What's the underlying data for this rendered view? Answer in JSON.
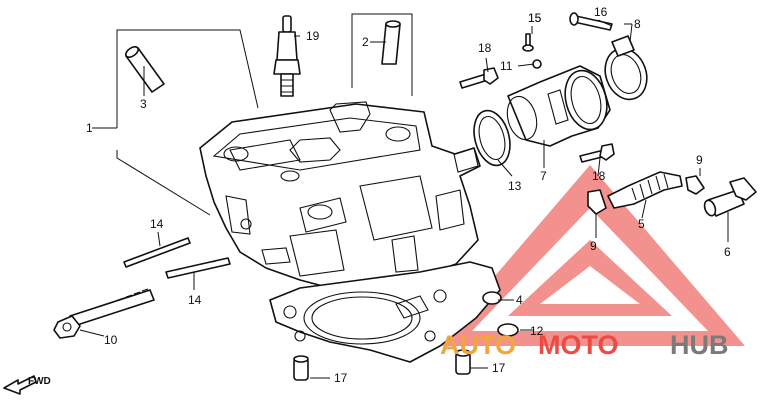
{
  "callouts": {
    "c1": "1",
    "c2": "2",
    "c3": "3",
    "c4": "4",
    "c5": "5",
    "c6": "6",
    "c7": "7",
    "c8": "8",
    "c9a": "9",
    "c9b": "9",
    "c10": "10",
    "c11": "11",
    "c12": "12",
    "c13": "13",
    "c14a": "14",
    "c14b": "14",
    "c15": "15",
    "c16": "16",
    "c17a": "17",
    "c17b": "17",
    "c18a": "18",
    "c18b": "18",
    "c19": "19"
  },
  "fwd_label": "FWD",
  "watermark": {
    "part1": "AUTO",
    "part2": "MOTO",
    "part3": "HUB"
  },
  "colors": {
    "watermark_red": "#ec4a45",
    "watermark_orange": "#f2a63f",
    "watermark_gray": "#7a7a7a"
  }
}
